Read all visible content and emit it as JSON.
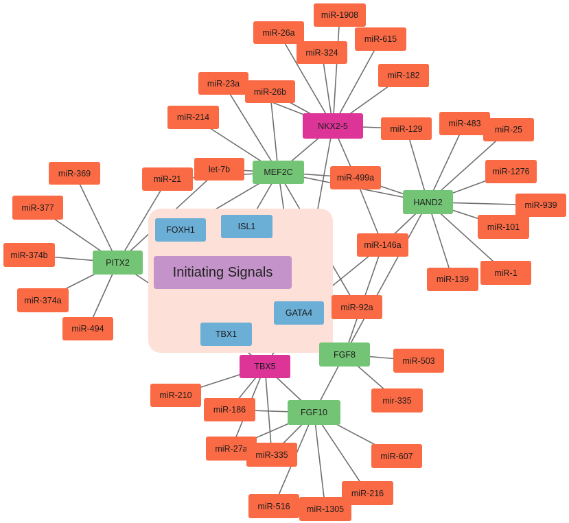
{
  "colors": {
    "mirna": "#fa6a45",
    "gene": "#74c476",
    "hub": "#dd3498",
    "signal": "#6baed6",
    "initiating": "#c493c9",
    "zone": "#fde0d7",
    "edge": "#6f6f6f"
  },
  "nodes": {
    "initiating": "Initiating Signals",
    "NKX25": "NKX2-5",
    "MEF2C": "MEF2C",
    "HAND2": "HAND2",
    "PITX2": "PITX2",
    "TBX5": "TBX5",
    "FGF8": "FGF8",
    "FGF10": "FGF10",
    "FOXH1": "FOXH1",
    "ISL1": "ISL1",
    "GATA4": "GATA4",
    "TBX1": "TBX1",
    "m1908": "miR-1908",
    "m26a": "miR-26a",
    "m324": "miR-324",
    "m615": "miR-615",
    "m182": "miR-182",
    "m23a": "miR-23a",
    "m26b": "miR-26b",
    "m214": "miR-214",
    "m129": "miR-129",
    "m483": "miR-483",
    "m25": "miR-25",
    "m1276": "miR-1276",
    "m939": "miR-939",
    "m101": "miR-101",
    "m1": "miR-1",
    "m139": "miR-139",
    "m499a": "miR-499a",
    "m146a": "miR-146a",
    "m92a": "miR-92a",
    "let7b": "let-7b",
    "m21": "miR-21",
    "m369": "miR-369",
    "m377": "miR-377",
    "m374b": "miR-374b",
    "m374a": "miR-374a",
    "m494": "miR-494",
    "m503": "miR-503",
    "mir335": "mir-335",
    "m210": "miR-210",
    "m186": "miR-186",
    "m27a": "miR-27a",
    "m335": "miR-335",
    "m607": "miR-607",
    "m516": "miR-516",
    "m1305": "miR-1305",
    "m216": "miR-216"
  },
  "edges": [
    [
      "NKX25",
      "m1908"
    ],
    [
      "NKX25",
      "m26a"
    ],
    [
      "NKX25",
      "m324"
    ],
    [
      "NKX25",
      "m615"
    ],
    [
      "NKX25",
      "m182"
    ],
    [
      "NKX25",
      "m23a"
    ],
    [
      "NKX25",
      "m26b"
    ],
    [
      "NKX25",
      "m129"
    ],
    [
      "NKX25",
      "m499a"
    ],
    [
      "NKX25",
      "MEF2C"
    ],
    [
      "NKX25",
      "GATA4"
    ],
    [
      "MEF2C",
      "m23a"
    ],
    [
      "MEF2C",
      "m26b"
    ],
    [
      "MEF2C",
      "m214"
    ],
    [
      "MEF2C",
      "let7b"
    ],
    [
      "MEF2C",
      "m21"
    ],
    [
      "MEF2C",
      "m499a"
    ],
    [
      "MEF2C",
      "HAND2"
    ],
    [
      "MEF2C",
      "FOXH1"
    ],
    [
      "MEF2C",
      "ISL1"
    ],
    [
      "MEF2C",
      "GATA4"
    ],
    [
      "MEF2C",
      "m92a"
    ],
    [
      "HAND2",
      "m129"
    ],
    [
      "HAND2",
      "m483"
    ],
    [
      "HAND2",
      "m25"
    ],
    [
      "HAND2",
      "m1276"
    ],
    [
      "HAND2",
      "m939"
    ],
    [
      "HAND2",
      "m101"
    ],
    [
      "HAND2",
      "m1"
    ],
    [
      "HAND2",
      "m139"
    ],
    [
      "HAND2",
      "m499a"
    ],
    [
      "HAND2",
      "m146a"
    ],
    [
      "HAND2",
      "FGF8"
    ],
    [
      "m499a",
      "m146a"
    ],
    [
      "m146a",
      "GATA4"
    ],
    [
      "m146a",
      "FGF8"
    ],
    [
      "PITX2",
      "m21"
    ],
    [
      "PITX2",
      "m369"
    ],
    [
      "PITX2",
      "m377"
    ],
    [
      "PITX2",
      "m374b"
    ],
    [
      "PITX2",
      "m374a"
    ],
    [
      "PITX2",
      "m494"
    ],
    [
      "PITX2",
      "let7b"
    ],
    [
      "PITX2",
      "TBX1"
    ],
    [
      "FOXH1",
      "initiating"
    ],
    [
      "ISL1",
      "initiating"
    ],
    [
      "initiating",
      "GATA4"
    ],
    [
      "initiating",
      "TBX1"
    ],
    [
      "GATA4",
      "TBX5"
    ],
    [
      "TBX1",
      "TBX5"
    ],
    [
      "TBX1",
      "FGF8"
    ],
    [
      "FGF8",
      "m503"
    ],
    [
      "FGF8",
      "mir335"
    ],
    [
      "FGF8",
      "FGF10"
    ],
    [
      "TBX5",
      "m210"
    ],
    [
      "TBX5",
      "m186"
    ],
    [
      "TBX5",
      "m27a"
    ],
    [
      "TBX5",
      "m335"
    ],
    [
      "TBX5",
      "FGF10"
    ],
    [
      "FGF10",
      "m186"
    ],
    [
      "FGF10",
      "m27a"
    ],
    [
      "FGF10",
      "m335"
    ],
    [
      "FGF10",
      "m607"
    ],
    [
      "FGF10",
      "m516"
    ],
    [
      "FGF10",
      "m1305"
    ],
    [
      "FGF10",
      "m216"
    ]
  ]
}
